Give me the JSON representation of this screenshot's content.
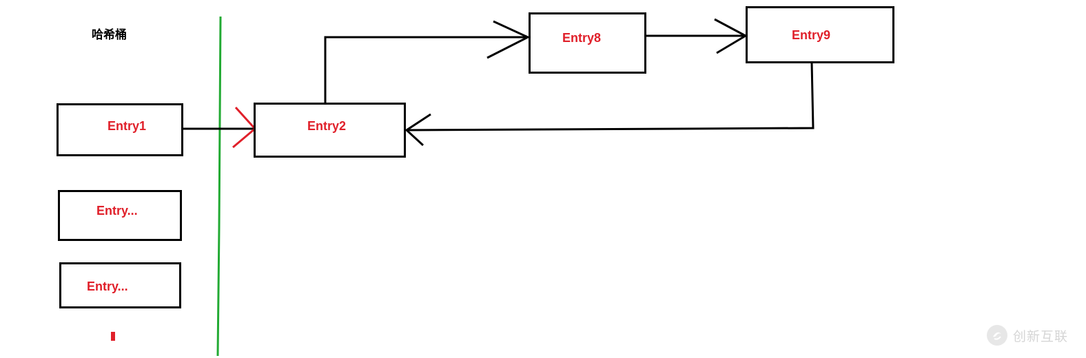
{
  "diagram": {
    "title": "哈希桶",
    "bucket_entries": [
      {
        "label": "Entry1"
      },
      {
        "label": "Entry..."
      },
      {
        "label": "Entry..."
      }
    ],
    "chain_nodes": [
      {
        "label": "Entry2"
      },
      {
        "label": "Entry8"
      },
      {
        "label": "Entry9"
      }
    ]
  },
  "colors": {
    "box_border": "#000000",
    "label_text": "#e0202a",
    "divider": "#22aa33",
    "arrow": "#000000",
    "entry_arrow": "#e0202a"
  },
  "watermark": {
    "text": "创新互联",
    "icon": "brand-logo-icon"
  }
}
